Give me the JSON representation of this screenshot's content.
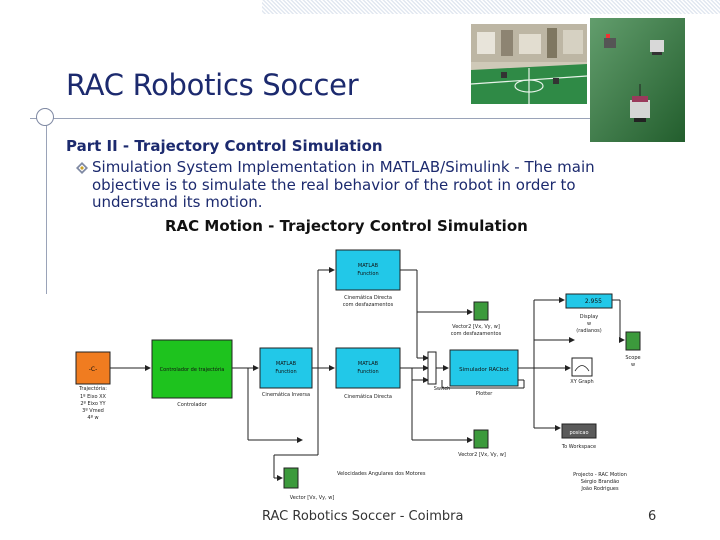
{
  "slide": {
    "title": "RAC Robotics Soccer",
    "section": "Part II - Trajectory Control Simulation",
    "bullet_text": "Simulation System Implementation in MATLAB/Simulink - The main objective is to simulate the real behavior of the robot in order to understand its motion.",
    "subtitle": "RAC Motion - Trajectory Control Simulation",
    "footer": "RAC Robotics Soccer - Coimbra",
    "page_number": "6"
  },
  "diagram": {
    "constant_block": "-C-",
    "trajectory_labels": [
      "Trajectória:",
      "1º Eixo XX",
      "2º Eixo YY",
      "3º Vmed",
      "4º w"
    ],
    "controller_block": "Controlador de trajectória",
    "controller_label": "Controlador",
    "matlab_fn_line1": "MATLAB",
    "matlab_fn_line2": "Function",
    "inverse_kin_label": "Cinemática Inversa",
    "direct_kin_offset_label_1": "Cinemática Directa",
    "direct_kin_offset_label_2": "com desfazamentos",
    "direct_kin_label": "Cinemática Directa",
    "vector_offset_label_1": "Vector2 [Vx, Vy, w]",
    "vector_offset_label_2": "com desfazamentos",
    "switch_label": "Switch",
    "simulator_block": "Simulador RACbot",
    "plotter_label": "Plotter",
    "vector2_label": "Vector2 [Vx, Vy, w]",
    "motor_speed_label": "Velocidades Angulares dos Motores",
    "vector_label": "Vector [Vx, Vy, w]",
    "display_value": "2.955",
    "display_label_1": "Display",
    "display_label_2": "w",
    "display_label_3": "(radianos)",
    "xy_graph_label": "XY Graph",
    "scope_label_1": "Scope",
    "scope_label_2": "w",
    "workspace_block": "posicao",
    "workspace_label": "To Workspace",
    "credits": [
      "Projecto - RAC Motion",
      "Sérgio Brandão",
      "João Rodrigues"
    ]
  },
  "colors": {
    "title": "#1c2a6e",
    "orange_block": "#f07c20",
    "green_block": "#1ec31e",
    "cyan_block": "#22c8e8",
    "scope_green": "#3c9a3c"
  }
}
